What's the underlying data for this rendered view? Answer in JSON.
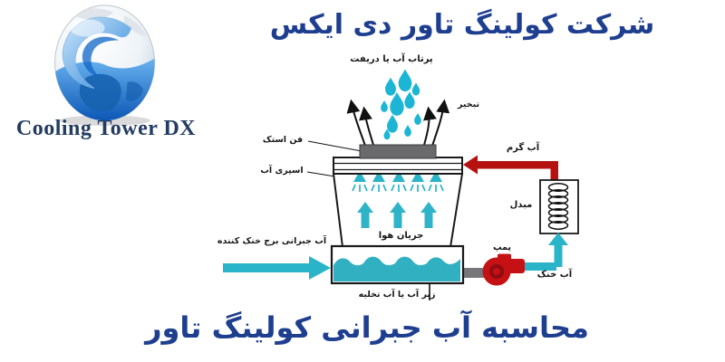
{
  "header": {
    "title": "شرکت کولینگ تاور دی ایکس"
  },
  "footer": {
    "title": "محاسبه آب جبرانی کولینگ تاور"
  },
  "logo": {
    "brand": "Cooling Tower DX"
  },
  "diagram": {
    "labels": {
      "drift": "پرتاب آب یا دریفت",
      "evaporation": "تبخیر",
      "fan_stack": "فن استک",
      "water_spray": "اسپری آب",
      "air_flow": "جریان هوا",
      "makeup_water": "آب جبرانی برج خنک کننده",
      "blowdown": "زیر آب یا آب تخلیه",
      "hot_water": "آب گرم",
      "heat_exchanger": "مبدل",
      "pump": "پمپ",
      "cold_water": "آب خنک"
    }
  },
  "colors": {
    "title_blue": "#1e3e8f",
    "brand_navy": "#233c62",
    "teal": "#2ab4c9",
    "basin_water": "#30b0c0",
    "pipe_red": "#b5120f",
    "pump_red": "#c51014",
    "fan_gray": "#69696e",
    "pipe_gray": "#77777b",
    "outline": "#1a1a1a"
  }
}
